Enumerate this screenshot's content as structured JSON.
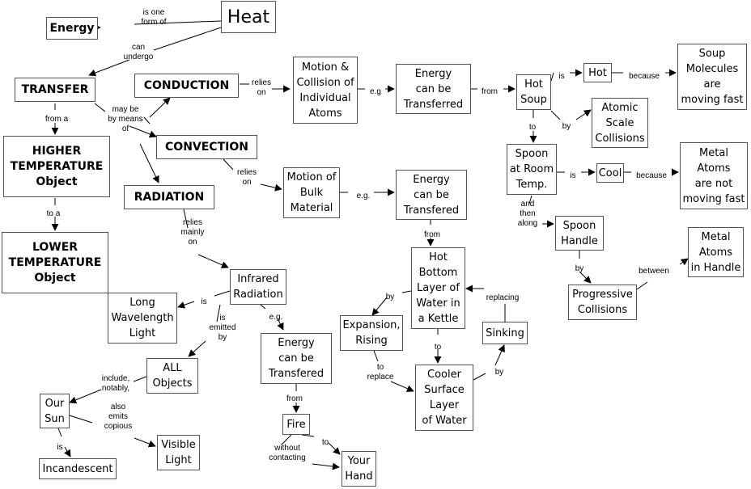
{
  "nodes": {
    "heat": "Heat",
    "energy": "Energy",
    "transfer": "TRANSFER",
    "higher": "HIGHER\nTEMPERATURE\nObject",
    "lower": "LOWER\nTEMPERATURE\nObject",
    "conduction": "CONDUCTION",
    "convection": "CONVECTION",
    "radiation": "RADIATION",
    "motion_collision": "Motion &\nCollision of\nIndividual\nAtoms",
    "energy_transferred": "Energy\ncan be\nTransferred",
    "hot_soup": "Hot\nSoup",
    "hot": "Hot",
    "soup_molecules": "Soup\nMolecules\nare\nmoving fast",
    "atomic_collisions": "Atomic\nScale\nCollisions",
    "spoon_room": "Spoon\nat Room\nTemp.",
    "cool": "Cool",
    "metal_atoms_not": "Metal\nAtoms\nare not\nmoving fast",
    "spoon_handle": "Spoon\nHandle",
    "metal_atoms_handle": "Metal\nAtoms\nin Handle",
    "progressive": "Progressive\nCollisions",
    "motion_bulk": "Motion of\nBulk\nMaterial",
    "energy_transfered_conv": "Energy\ncan be\nTransfered",
    "hot_bottom": "Hot\nBottom\nLayer of\nWater in\na Kettle",
    "expansion": "Expansion,\nRising",
    "sinking": "Sinking",
    "cooler_surface": "Cooler\nSurface\nLayer\nof Water",
    "infrared": "Infrared\nRadiation",
    "long_wave": "Long\nWavelength\nLight",
    "all_objects": "ALL\nObjects",
    "our_sun": "Our\nSun",
    "visible_light": "Visible\nLight",
    "incandescent": "Incandescent",
    "energy_transfered_rad": "Energy\ncan be\nTransfered",
    "fire": "Fire",
    "your_hand": "Your\nHand"
  },
  "links": {
    "is_one_form_of": "is one\nform of",
    "can_undergo": "can\nundergo",
    "from_a": "from a",
    "to_a": "to a",
    "may_be_by_means_of": "may be\nby means\nof",
    "relies_on_cond": "relies\non",
    "eg_cond": "e.g",
    "from_cond": "from",
    "is_hot": "is",
    "because_hot": "because",
    "to_spoon": "to",
    "by_atomic": "by",
    "is_cool": "is",
    "because_cool": "because",
    "and_then_along": "and\nthen\nalong",
    "by_progressive": "by",
    "between": "between",
    "relies_on_conv": "relies\non",
    "eg_conv": "e.g.",
    "from_conv": "from",
    "by_expansion": "by",
    "to_replace": "to\nreplace",
    "to_cooler": "to",
    "by_sinking": "by",
    "replacing": "replacing",
    "relies_mainly_on": "relies\nmainly\non",
    "is_long": "is",
    "is_emitted_by": "is\nemitted\nby",
    "eg_rad": "e.g.",
    "include_notably": "include,\nnotably,",
    "is_incandescent": "is",
    "also_emits_copious": "also\nemits\ncopious",
    "from_rad": "from",
    "to_hand": "to",
    "without_contacting": "without\ncontacting"
  }
}
